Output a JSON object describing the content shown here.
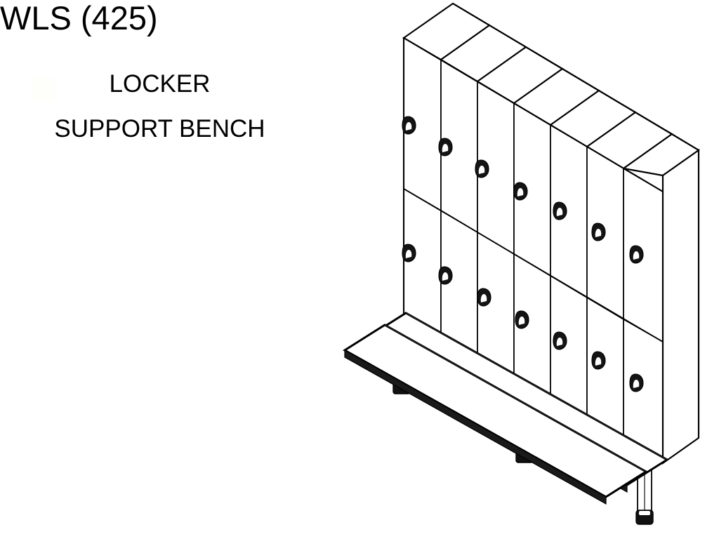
{
  "slide": {
    "background_color": "#ffffff",
    "ink_color": "#000000"
  },
  "title": {
    "code": "WLS (425)",
    "subtitle_line_1": "LOCKER",
    "subtitle_line_2": "SUPPORT BENCH"
  },
  "drawing": {
    "name": "locker-support-bench-isometric",
    "view": "isometric",
    "description": "Isometric line drawing of a bank of two-tier lockers with an attached support bench",
    "locker_bank": {
      "columns": 7,
      "tiers": 2,
      "doors_total": 14,
      "handles_per_door": 1,
      "handle_icon": "locker-latch-handle-icon"
    },
    "bench": {
      "slats": 2,
      "legs": 3,
      "leg_icons": [
        "bench-leg-short-icon",
        "bench-leg-short-icon",
        "bench-leg-tall-icon"
      ]
    }
  }
}
